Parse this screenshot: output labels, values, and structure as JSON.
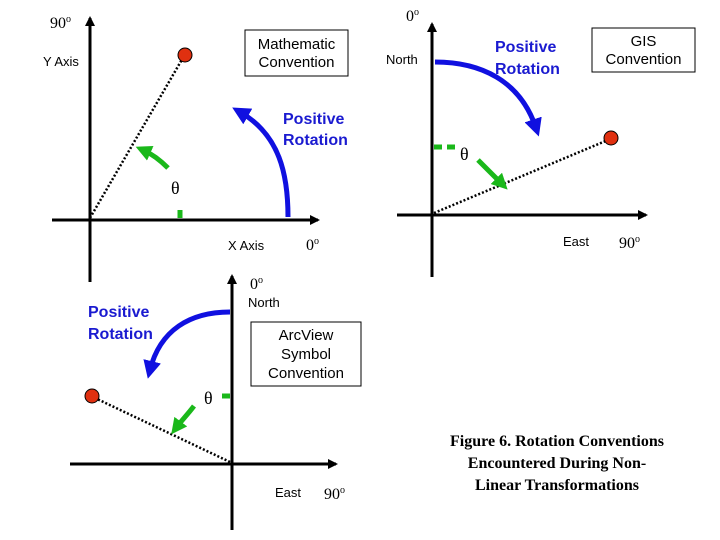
{
  "panels": {
    "math": {
      "top_angle": "90",
      "top_angle_sup": "o",
      "y_label": "Y Axis",
      "x_label": "X Axis",
      "right_angle": "0",
      "right_angle_sup": "o",
      "box_lines": [
        "Mathematic",
        "Convention"
      ],
      "rotation_lines": [
        "Positive",
        "Rotation"
      ],
      "theta": "θ"
    },
    "gis": {
      "top_angle": "0",
      "top_angle_sup": "o",
      "north_label": "North",
      "east_label": "East",
      "right_angle": "90",
      "right_angle_sup": "o",
      "box_lines": [
        "GIS",
        "Convention"
      ],
      "rotation_lines": [
        "Positive",
        "Rotation"
      ],
      "theta": "θ"
    },
    "arcview": {
      "top_angle": "0",
      "top_angle_sup": "o",
      "north_label": "North",
      "east_label": "East",
      "right_angle": "90",
      "right_angle_sup": "o",
      "box_lines": [
        "ArcView",
        "Symbol",
        "Convention"
      ],
      "rotation_lines": [
        "Positive",
        "Rotation"
      ],
      "theta": "θ"
    }
  },
  "caption_lines": [
    "Figure 6.  Rotation Conventions",
    "Encountered During Non-",
    "Linear Transformations"
  ],
  "colors": {
    "rotation_arrow": "#1010e0",
    "rotation_text": "#1a1ad0",
    "theta_arrow": "#1ab81a",
    "point": "#e03010"
  }
}
